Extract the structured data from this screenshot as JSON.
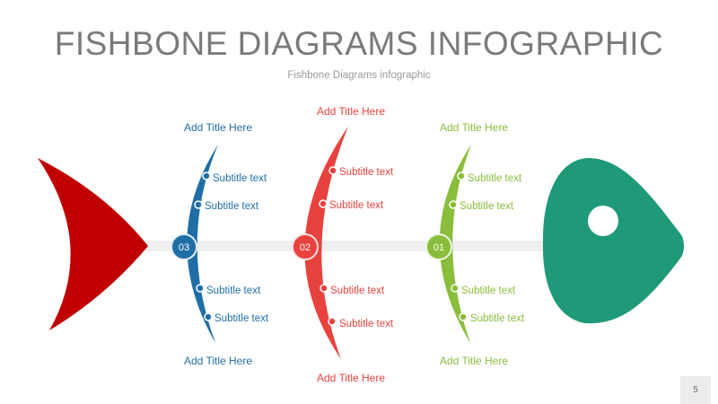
{
  "slide": {
    "title": "FISHBONE DIAGRAMS INFOGRAPHIC",
    "subtitle": "Fishbone Diagrams infographic",
    "page_number": "5"
  },
  "colors": {
    "blue": "#1f6ea6",
    "red": "#e8423e",
    "green": "#8bbd3c",
    "tail": "#c00000",
    "head": "#1e9a78",
    "spine": "#efefef"
  },
  "bones": [
    {
      "number": "03",
      "color": "blue",
      "top_title": "Add Title Here",
      "bottom_title": "Add Title Here",
      "subtitles": [
        "Subtitle text",
        "Subtitle text",
        "Subtitle text",
        "Subtitle text"
      ]
    },
    {
      "number": "02",
      "color": "red",
      "top_title": "Add Title Here",
      "bottom_title": "Add Title Here",
      "subtitles": [
        "Subtitle text",
        "Subtitle text",
        "Subtitle text",
        "Subtitle text"
      ]
    },
    {
      "number": "01",
      "color": "green",
      "top_title": "Add Title Here",
      "bottom_title": "Add Title Here",
      "subtitles": [
        "Subtitle text",
        "Subtitle text",
        "Subtitle text",
        "Subtitle text"
      ]
    }
  ]
}
